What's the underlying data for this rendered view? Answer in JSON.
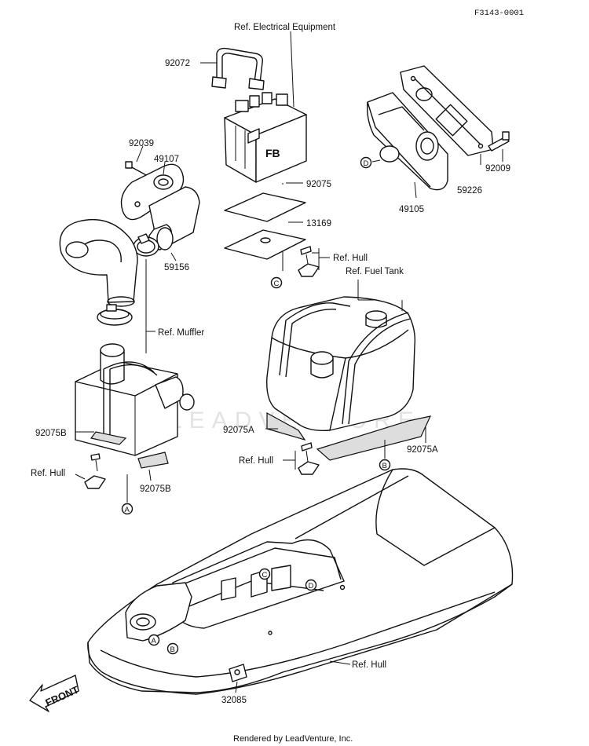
{
  "diagram_code": "F3143-0001",
  "footer": "Rendered by LeadVenture, Inc.",
  "watermark": "LEADVENTURE",
  "front_label": "FRONT",
  "labels": {
    "ref_electrical": "Ref. Electrical Equipment",
    "p92072": "92072",
    "p92039": "92039",
    "p49107": "49107",
    "p92075": "92075",
    "p13169": "13169",
    "p59156": "59156",
    "ref_hull_1": "Ref. Hull",
    "ref_fuel_tank": "Ref. Fuel Tank",
    "ref_muffler": "Ref. Muffler",
    "p92009": "92009",
    "p59226": "59226",
    "p49105": "49105",
    "p92075B_1": "92075B",
    "p92075B_2": "92075B",
    "ref_hull_2": "Ref. Hull",
    "p92075A_1": "92075A",
    "p92075A_2": "92075A",
    "ref_hull_3": "Ref. Hull",
    "ref_hull_4": "Ref. Hull",
    "p32085": "32085"
  },
  "markers": {
    "a1": "A",
    "a2": "A",
    "b1": "B",
    "b2": "B",
    "c1": "C",
    "c2": "C",
    "d1": "D",
    "d2": "D"
  },
  "icons": {
    "front_arrow": "front-arrow-icon"
  }
}
